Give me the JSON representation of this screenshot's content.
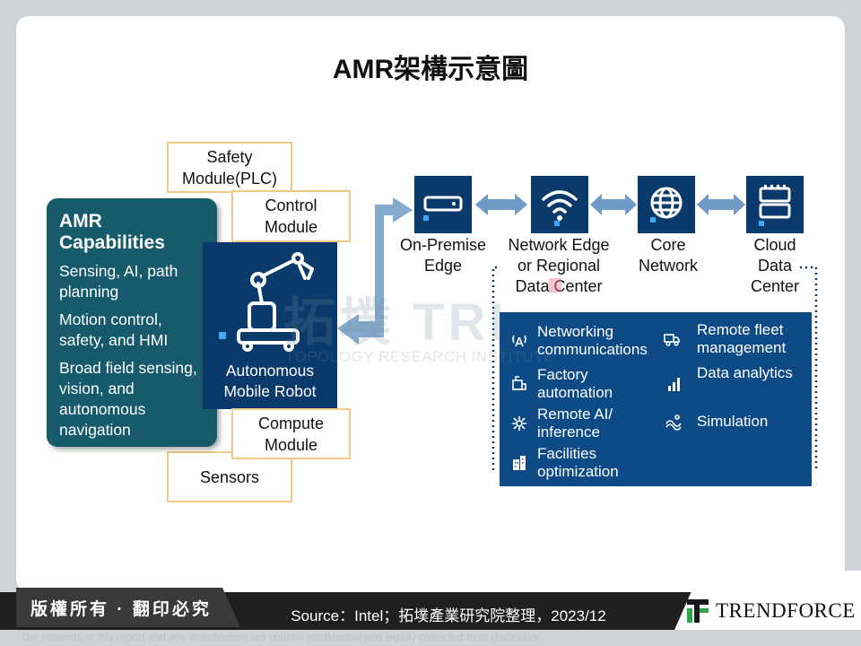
{
  "title": "AMR架構示意圖",
  "left_boxes": {
    "safety": "Safety Module(PLC)",
    "control": "Control Module",
    "compute": "Compute Module",
    "sensors": "Sensors"
  },
  "capabilities": {
    "title": "AMR Capabilities",
    "items": [
      "Sensing, AI, path planning",
      "Motion control, safety, and HMI",
      "Broad field sensing, vision, and autonomous navigation"
    ]
  },
  "robot": {
    "label": "Autonomous Mobile Robot",
    "icon": "robot-arm-icon"
  },
  "network_nodes": [
    {
      "label": "On-Premise Edge",
      "icon": "server-icon"
    },
    {
      "label": "Network Edge or Regional Data Center",
      "icon": "wifi-icon"
    },
    {
      "label": "Core Network",
      "icon": "globe-icon"
    },
    {
      "label": "Cloud Data Center",
      "icon": "datacenter-icon"
    }
  ],
  "services": {
    "left": [
      {
        "label": "Networking communications",
        "icon": "antenna-icon"
      },
      {
        "label": "Factory automation",
        "icon": "factory-icon"
      },
      {
        "label": "Remote AI/ inference",
        "icon": "ai-icon"
      },
      {
        "label": "Facilities optimization",
        "icon": "building-icon"
      }
    ],
    "right": [
      {
        "label": "Remote fleet management",
        "icon": "truck-icon"
      },
      {
        "label": "Data analytics",
        "icon": "bar-chart-icon"
      },
      {
        "label": "Simulation",
        "icon": "simulation-icon"
      }
    ]
  },
  "watermark": {
    "main": "拓墣 TRI",
    "sub": "TOPOLOGY RESEARCH INSTITUTE"
  },
  "footer": {
    "copyright": "版權所有 · 翻印必究",
    "source": "Source：Intel；拓墣產業研究院整理，2023/12",
    "brand": "TRENDFORCE",
    "disclaimer": "The contents of this report and any attachments are contain confidential and legally protected from disclosure."
  },
  "colors": {
    "navy": "#0a3a6b",
    "teal": "#165a6b",
    "panel": "#0d4a86",
    "arrow": "#6f9bc4",
    "box_border": "#f2c987"
  }
}
